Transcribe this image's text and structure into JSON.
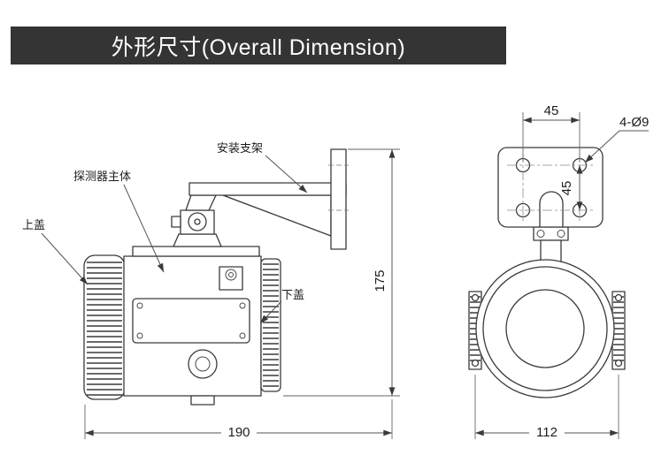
{
  "title": "外形尺寸(Overall Dimension)",
  "side_view": {
    "labels": {
      "mounting_bracket": "安装支架",
      "detector_body": "探测器主体",
      "upper_cover": "上盖",
      "lower_cover": "下盖"
    },
    "dimensions": {
      "length": "190",
      "height": "175"
    }
  },
  "front_view": {
    "dimensions": {
      "hole_spacing_horizontal": "45",
      "hole_spacing_vertical": "45",
      "mounting_holes": "4-Ø9",
      "width": "112"
    }
  },
  "colors": {
    "title_bar_bg": "#343434",
    "title_text": "#ffffff",
    "line": "#3a3a3a"
  }
}
